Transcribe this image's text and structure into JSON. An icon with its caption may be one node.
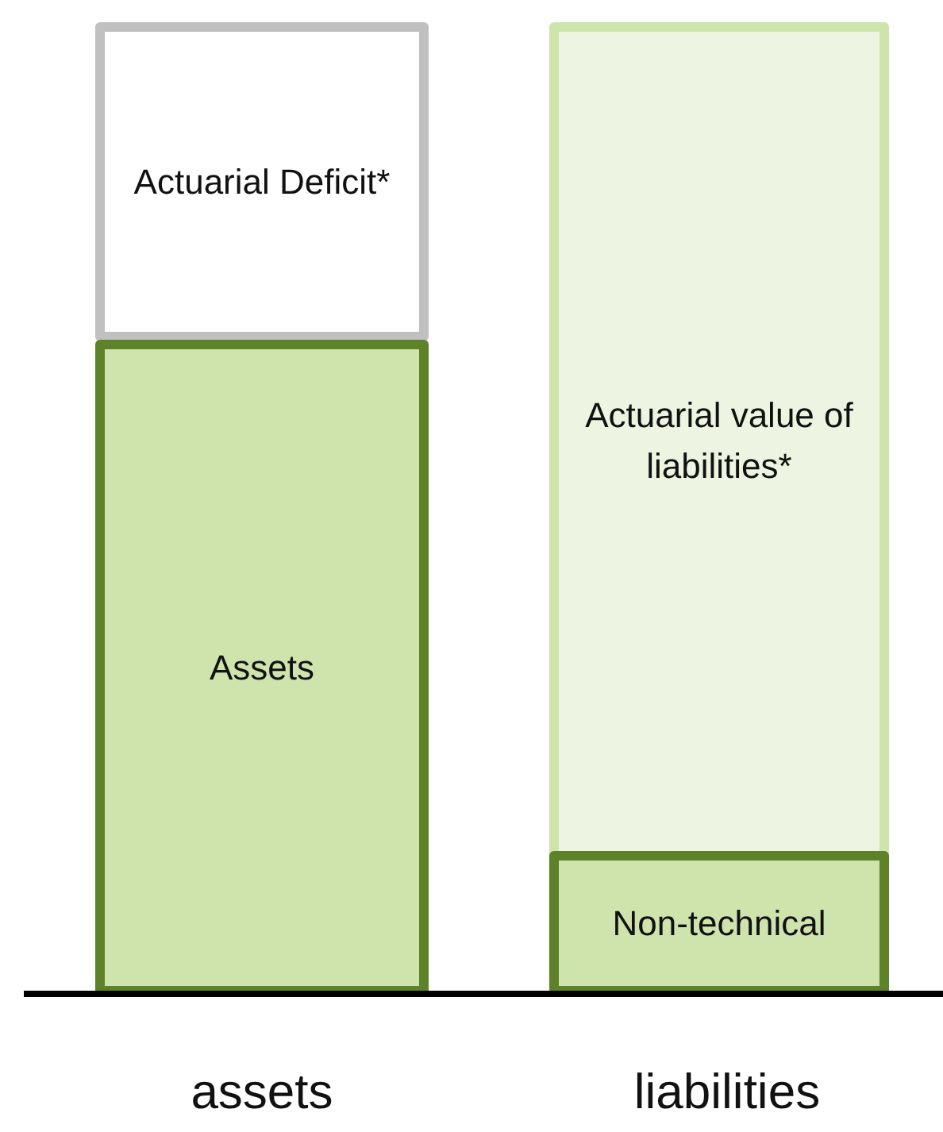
{
  "diagram": {
    "nodes": [
      {
        "text": [
          "Actuarial Deficit*"
        ]
      },
      {
        "text": [
          "Assets"
        ]
      },
      {
        "text": [
          "Actuarial value of liabilities*"
        ]
      },
      {
        "text": [
          "Non-technical"
        ]
      }
    ],
    "labels": [
      "assets",
      "liabilities"
    ]
  }
}
